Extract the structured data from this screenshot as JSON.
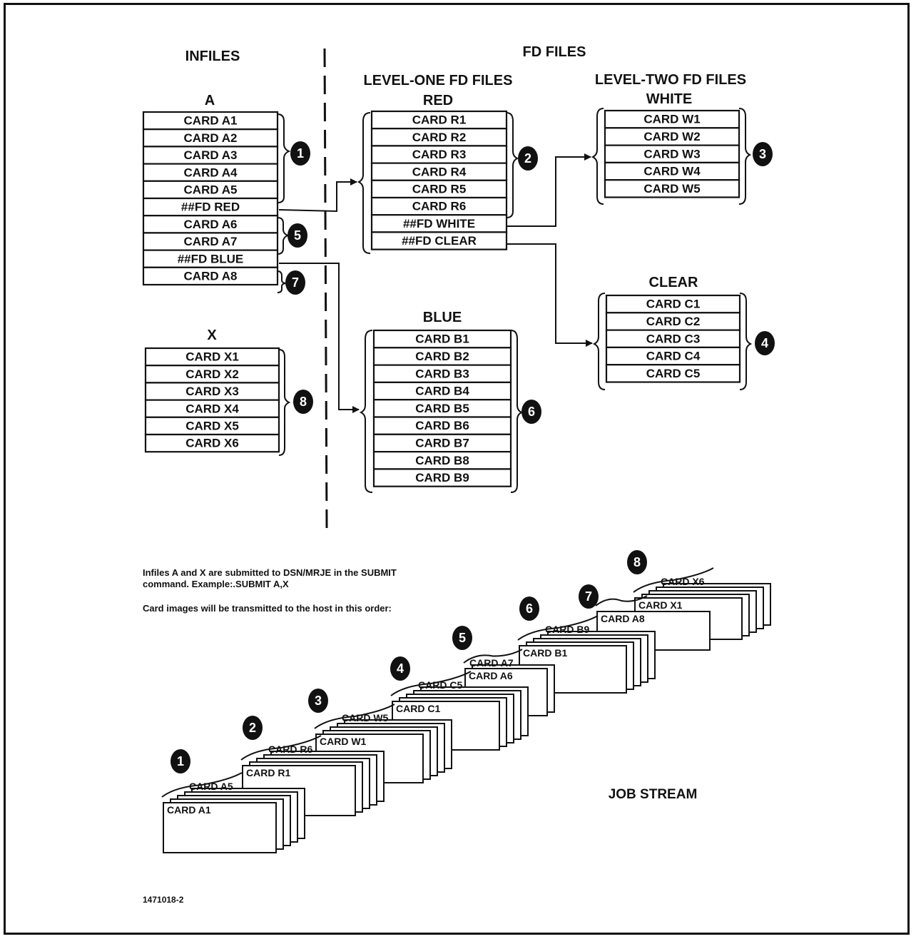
{
  "headers": {
    "infiles": "INFILES",
    "fd_files": "FD FILES",
    "level_one": "LEVEL-ONE FD FILES",
    "level_two": "LEVEL-TWO FD FILES"
  },
  "files": {
    "A": {
      "title": "A",
      "cards": [
        "CARD A1",
        "CARD A2",
        "CARD A3",
        "CARD A4",
        "CARD A5",
        "##FD RED",
        "CARD A6",
        "CARD A7",
        "##FD BLUE",
        "CARD A8"
      ]
    },
    "X": {
      "title": "X",
      "cards": [
        "CARD X1",
        "CARD X2",
        "CARD X3",
        "CARD X4",
        "CARD X5",
        "CARD X6"
      ]
    },
    "RED": {
      "title": "RED",
      "cards": [
        "CARD R1",
        "CARD R2",
        "CARD R3",
        "CARD R4",
        "CARD R5",
        "CARD R6",
        "##FD WHITE",
        "##FD CLEAR"
      ]
    },
    "BLUE": {
      "title": "BLUE",
      "cards": [
        "CARD B1",
        "CARD B2",
        "CARD B3",
        "CARD B4",
        "CARD B5",
        "CARD B6",
        "CARD B7",
        "CARD B8",
        "CARD B9"
      ]
    },
    "WHITE": {
      "title": "WHITE",
      "cards": [
        "CARD W1",
        "CARD W2",
        "CARD W3",
        "CARD W4",
        "CARD W5"
      ]
    },
    "CLEAR": {
      "title": "CLEAR",
      "cards": [
        "CARD C1",
        "CARD C2",
        "CARD C3",
        "CARD C4",
        "CARD C5"
      ]
    }
  },
  "markers": [
    "1",
    "2",
    "3",
    "4",
    "5",
    "6",
    "7",
    "8"
  ],
  "notes": {
    "line1": "Infiles A and X are submitted to DSN/MRJE in the SUBMIT",
    "line2": "command. Example:.SUBMIT A,X",
    "line3": "Card images will be transmitted to the host in this order:"
  },
  "job_stream": {
    "label": "JOB STREAM",
    "groups": [
      {
        "marker": "1",
        "first": "CARD A1",
        "last": "CARD A5"
      },
      {
        "marker": "2",
        "first": "CARD R1",
        "last": "CARD R6"
      },
      {
        "marker": "3",
        "first": "CARD W1",
        "last": "CARD W5"
      },
      {
        "marker": "4",
        "first": "CARD C1",
        "last": "CARD C5"
      },
      {
        "marker": "5",
        "first": "CARD A6",
        "last": "CARD A7"
      },
      {
        "marker": "6",
        "first": "CARD B1",
        "last": "CARD B9"
      },
      {
        "marker": "7",
        "first": "CARD A8",
        "last": ""
      },
      {
        "marker": "8",
        "first": "CARD X1",
        "last": "CARD X6"
      }
    ]
  },
  "figure_id": "1471018-2"
}
